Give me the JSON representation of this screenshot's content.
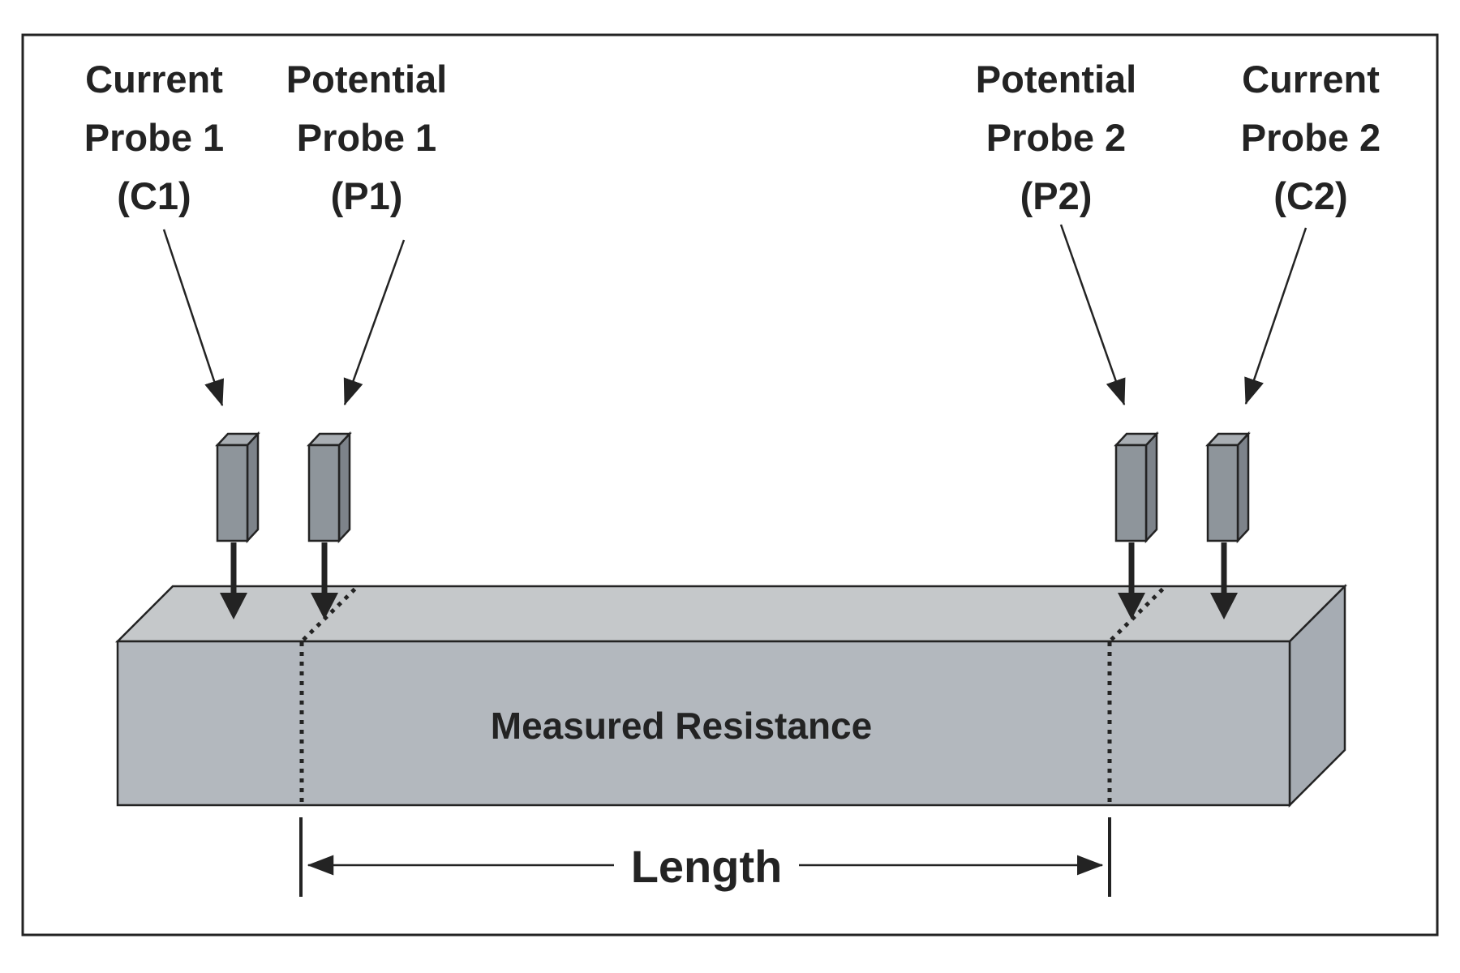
{
  "diagram": {
    "description": "Four-point probe resistance measurement diagram",
    "probe_labels": [
      {
        "id": "c1",
        "lines": [
          "Current",
          "Probe 1",
          "(C1)"
        ]
      },
      {
        "id": "p1",
        "lines": [
          "Potential",
          "Probe 1",
          "(P1)"
        ]
      },
      {
        "id": "p2",
        "lines": [
          "Potential",
          "Probe 2",
          "(P2)"
        ]
      },
      {
        "id": "c2",
        "lines": [
          "Current",
          "Probe 2",
          "(C2)"
        ]
      }
    ],
    "bar_label": "Measured Resistance",
    "length_label": "Length",
    "colors": {
      "ink": "#232323",
      "background": "#ffffff",
      "bar_top": "#c5c8ca",
      "bar_front": "#b3b8be",
      "bar_side": "#a6acb3",
      "probe_front": "#8e959b",
      "probe_top": "#a9aeb3",
      "probe_side": "#7d838a"
    }
  }
}
